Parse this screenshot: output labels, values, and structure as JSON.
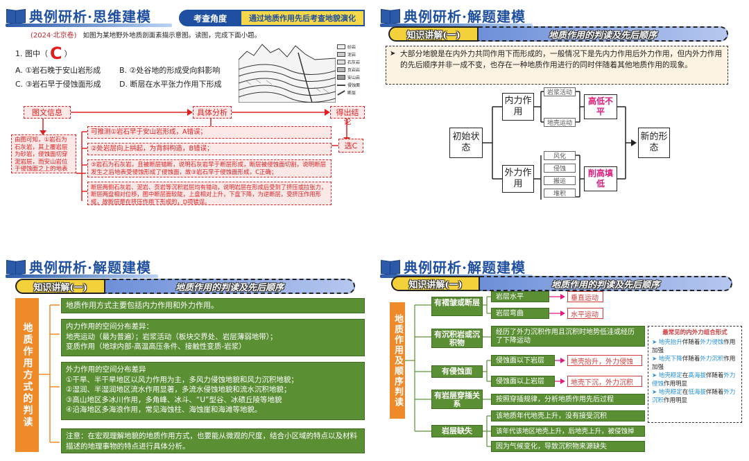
{
  "panel1": {
    "header": "典例研析·思维建模",
    "tag_left": "考查角度",
    "tag_right": "通过地质作用先后考查地貌演化",
    "source": "(2024·北京卷)",
    "intro": "如图为某地野外地质剖面素描示意图。读图，完成下面小题。",
    "question": "1. 图中（",
    "question_end": "）",
    "answer_mark": "C",
    "option_a": "A. ①岩石晚于安山岩形成",
    "option_b": "B. ②处谷地的形成受向斜影响",
    "option_c": "C. ③岩石早于侵蚀面形成",
    "option_d": "D. 断层在水平张力作用下形成",
    "legend": [
      "砂岩",
      "泥岩",
      "石灰岩",
      "页岩岩",
      "安山岩",
      "侵蚀面",
      "断层"
    ],
    "step1": "图文信息",
    "step2": "具体分析",
    "step3": "得出结论",
    "info_text": "由图可知，①岩石为石灰岩，其上覆岩层为砂岩，侵蚀面切穿泥岩层，而安山岩位于侵蚀面之上的地表",
    "conclusion": "选C",
    "analysis": [
      "可推测①岩石早于安山岩形成，A错误；",
      "②处岩层向上拱起，为背斜构造，B错误；",
      "③岩石为石灰岩，且被断层错断，说明石灰岩早于断层形成，断层被侵蚀面切割，说明断层发生之后地表受侵蚀形成了侵蚀面，故③岩石早于侵蚀面形成，C正确；",
      "断层两侧石灰岩、泥岩、页岩等沉积岩层均有错动，说明岩层在形成后受到了挤压或拉张力，断层两盘相对位移，图中断层面较陡，上盘相对上升，下盘下降，为逆断层，受挤压作用形成，故断层是在挤压作用下形成的，D项错误。"
    ]
  },
  "panel2": {
    "header": "典例研析·解题建模",
    "tag_left": "知识讲解(一)",
    "tag_right": "地质作用的判读及先后顺序",
    "bullet": "大部分地貌是在内外力共同作用下而形成的，一般情况下是先内力作用后外力作用，但内外力作用的先后顺序并非一成不变，也存在一种地质作用进行的同时伴随着其他地质作用的现象。",
    "start": "初始状态",
    "inner": "内力作用",
    "outer": "外力作用",
    "magma": "岩浆活动",
    "crust": "地壳运动",
    "weather": "风化",
    "erosion": "侵蚀",
    "transport": "搬运",
    "deposit": "堆积",
    "high": "高低不平",
    "flat": "削高填低",
    "end": "新的形态"
  },
  "panel3": {
    "header": "典例研析·解题建模",
    "tag_left": "知识讲解(一)",
    "tag_right": "地质作用的判读及先后顺序",
    "side_label": "地质作用方式的判读",
    "box1": "地质作用方式主要包括内力作用和外力作用。",
    "box2_title": "内力作用的空间分布差异：",
    "box2_line1": "地壳运动（最为普遍）；岩浆活动（板块交界处、岩层薄弱地带）；",
    "box2_line2": "变质作用（地球内部-高温高压条件、接触性变质-岩浆）",
    "box3_title": "外力作用的空间分布差异",
    "box3_l1": "①干旱、半干旱地区以风力作用为主，多风力侵蚀地貌和风力沉积地貌；",
    "box3_l2": "②湿润、半湿润地区流水作用显著，多流水侵蚀地貌和流水沉积地貌；",
    "box3_l3": "③高山地区多冰川作用，多角峰、冰斗、“U”型谷、冰碛丘陵等地貌",
    "box3_l4": "④沿海地区多海浪作用，常见海蚀柱、海蚀崖和海滩等地貌。",
    "box4": "注意：在宏观理解地貌的地质作用方式，也要能从微观的尺度，结合小区域的特点以及材料描述的地理事物的特点进行具体分析。"
  },
  "panel4": {
    "header": "典例研析·解题建模",
    "tag_left": "知识讲解(一)",
    "tag_right": "地质作用的判读及先后顺序",
    "side_label": "地质作用及顺序判读",
    "cat1": "有褶皱或断层",
    "cat2": "有沉积岩或沉积物",
    "cat3": "有侵蚀面",
    "cat4": "有岩层穿插关系",
    "cat5": "岩层缺失",
    "c1a": "岩层水平",
    "c1a_r": "垂直运动",
    "c1b": "岩层弯曲",
    "c1b_r": "水平运动",
    "c2": "经历了外力沉积作用且沉积时地势低洼或经历了下降运动",
    "c3a": "侵蚀面以下岩层",
    "c3a_r": "地壳抬升，外力侵蚀",
    "c3b": "侵蚀面以上岩层",
    "c3b_r": "地壳下沉，外力沉积",
    "c4": "按照穿插规律，分析地质作用先后过程",
    "c5a": "该地质年代地壳上升，没有接受沉积",
    "c5b": "该年代该地区地壳上升，后地壳上升，被侵蚀掉",
    "c5c": "因为气候变化，导致沉积物来源缺失",
    "note_title": "最常见的内外力组合形式",
    "note1a": "地壳抬升",
    "note1b": "伴随着",
    "note1c": "外力侵蚀",
    "note1d": "作用加强",
    "note2a": "地壳下降",
    "note2b": "伴随着",
    "note2c": "外力沉积",
    "note2d": "作用加强",
    "note3a": "地壳稳定",
    "note3b": "在",
    "note3c": "高海拔",
    "note3d": "伴随着",
    "note3e": "外力侵蚀",
    "note3f": "作用明显",
    "note4a": "地壳稳定",
    "note4b": "在",
    "note4c": "低海拔",
    "note4d": "伴随着",
    "note4e": "外力沉积",
    "note4f": "作用明显"
  }
}
